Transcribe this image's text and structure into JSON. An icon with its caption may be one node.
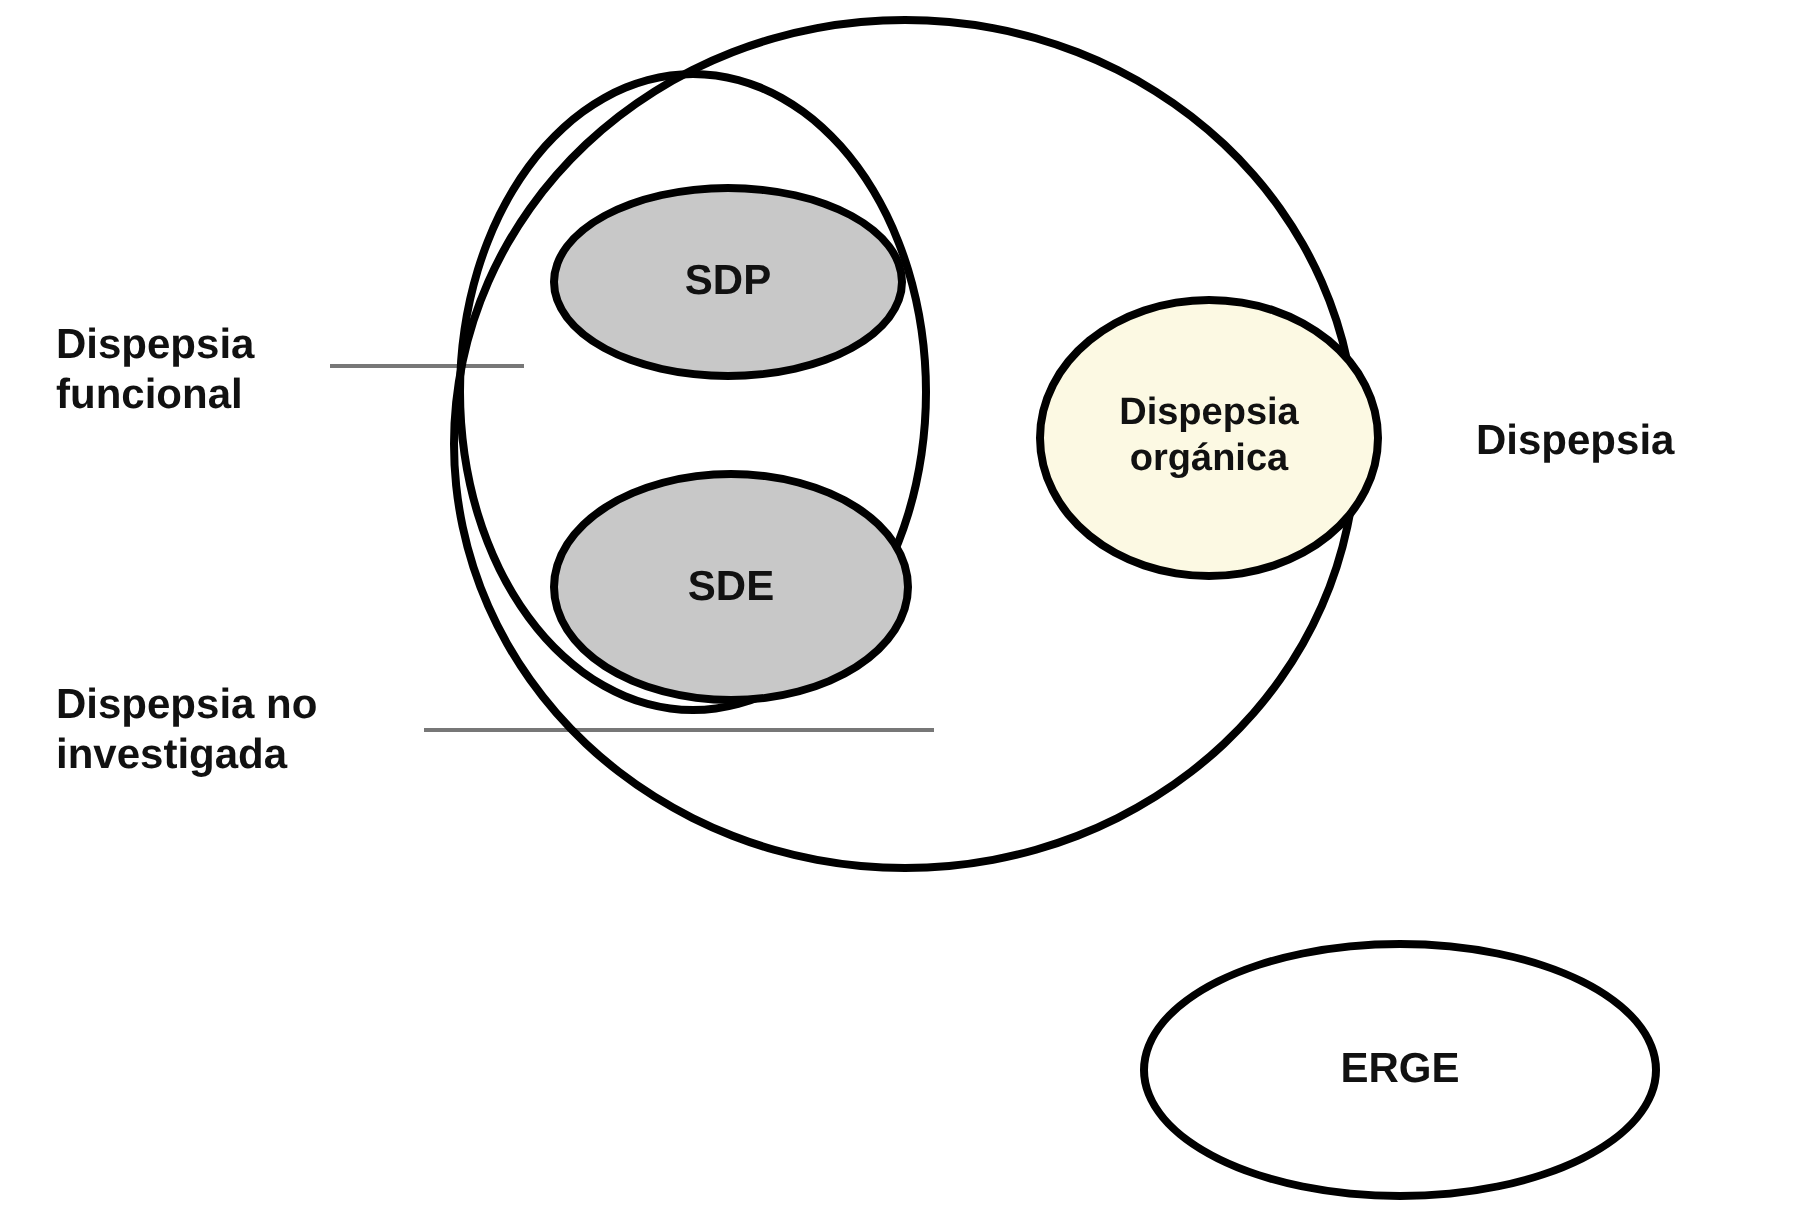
{
  "diagram": {
    "nodes": [
      {
        "text": [
          "Dispepsia"
        ]
      },
      {
        "text": [],
        "shape": "circle",
        "in": 0
      },
      {
        "text": [
          "SDP"
        ],
        "in": 1
      },
      {
        "text": [
          "SDE"
        ],
        "in": 1
      },
      {
        "text": [
          "Dispepsia orgánica"
        ],
        "in": 0
      },
      {
        "text": [
          "Dispepsia funcional"
        ]
      },
      {
        "text": [
          "Dispepsia no investigada"
        ]
      },
      {
        "text": [
          "ERGE"
        ]
      }
    ],
    "edges": [
      {
        "from": 5,
        "to": 1,
        "arrow": "none"
      },
      {
        "from": 6,
        "to": 0,
        "arrow": "none"
      }
    ]
  }
}
